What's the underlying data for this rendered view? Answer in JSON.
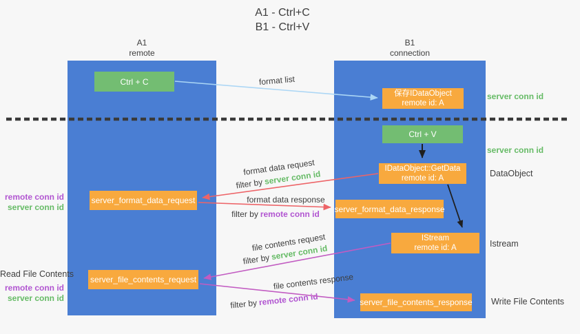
{
  "title": {
    "line1": "A1 - Ctrl+C",
    "line2": "B1 - Ctrl+V"
  },
  "columns": {
    "left": {
      "name": "A1",
      "subtitle": "remote"
    },
    "right": {
      "name": "B1",
      "subtitle": "connection"
    }
  },
  "boxes": {
    "ctrl_c": {
      "label": "Ctrl + C"
    },
    "save_dataobject": {
      "line1": "保存IDataObject",
      "line2": "remote id: A"
    },
    "ctrl_v": {
      "label": "Ctrl + V"
    },
    "getdata": {
      "line1": "IDataObject::GetData",
      "line2": "remote id: A"
    },
    "format_request": {
      "label": "server_format_data_request"
    },
    "format_response": {
      "label": "server_format_data_response"
    },
    "istream": {
      "line1": "IStream",
      "line2": "remote id: A"
    },
    "file_request": {
      "label": "server_file_contents_request"
    },
    "file_response": {
      "label": "server_file_contents_response"
    }
  },
  "edge_labels": {
    "format_list": "format list",
    "format_data_request": "format data request",
    "format_data_response": "format data response",
    "file_contents_request": "file contents request",
    "file_contents_response": "file contents response",
    "filter_by": "filter by",
    "server_conn_id": "server conn id",
    "remote_conn_id": "remote conn id"
  },
  "side_labels": {
    "left": {
      "pair1_remote": "remote conn id",
      "pair1_server": "server conn id",
      "read_file": "Read File Contents",
      "pair2_remote": "remote conn id",
      "pair2_server": "server conn id"
    },
    "right": {
      "server_conn_id_1": "server conn id",
      "server_conn_id_2": "server conn id",
      "dataobject": "DataObject",
      "istream": "Istream",
      "write_file": "Write File Contents"
    }
  },
  "colors": {
    "lane_blue": "#4a7ed3",
    "box_green": "#73bd72",
    "box_orange": "#f8a93e",
    "text_green": "#66bb66",
    "text_purple": "#b155d1",
    "arrow_red": "#ed6468",
    "arrow_magenta": "#c25cc2",
    "arrow_lightblue": "#abd6f5",
    "text_gray": "#3d3d3d"
  }
}
